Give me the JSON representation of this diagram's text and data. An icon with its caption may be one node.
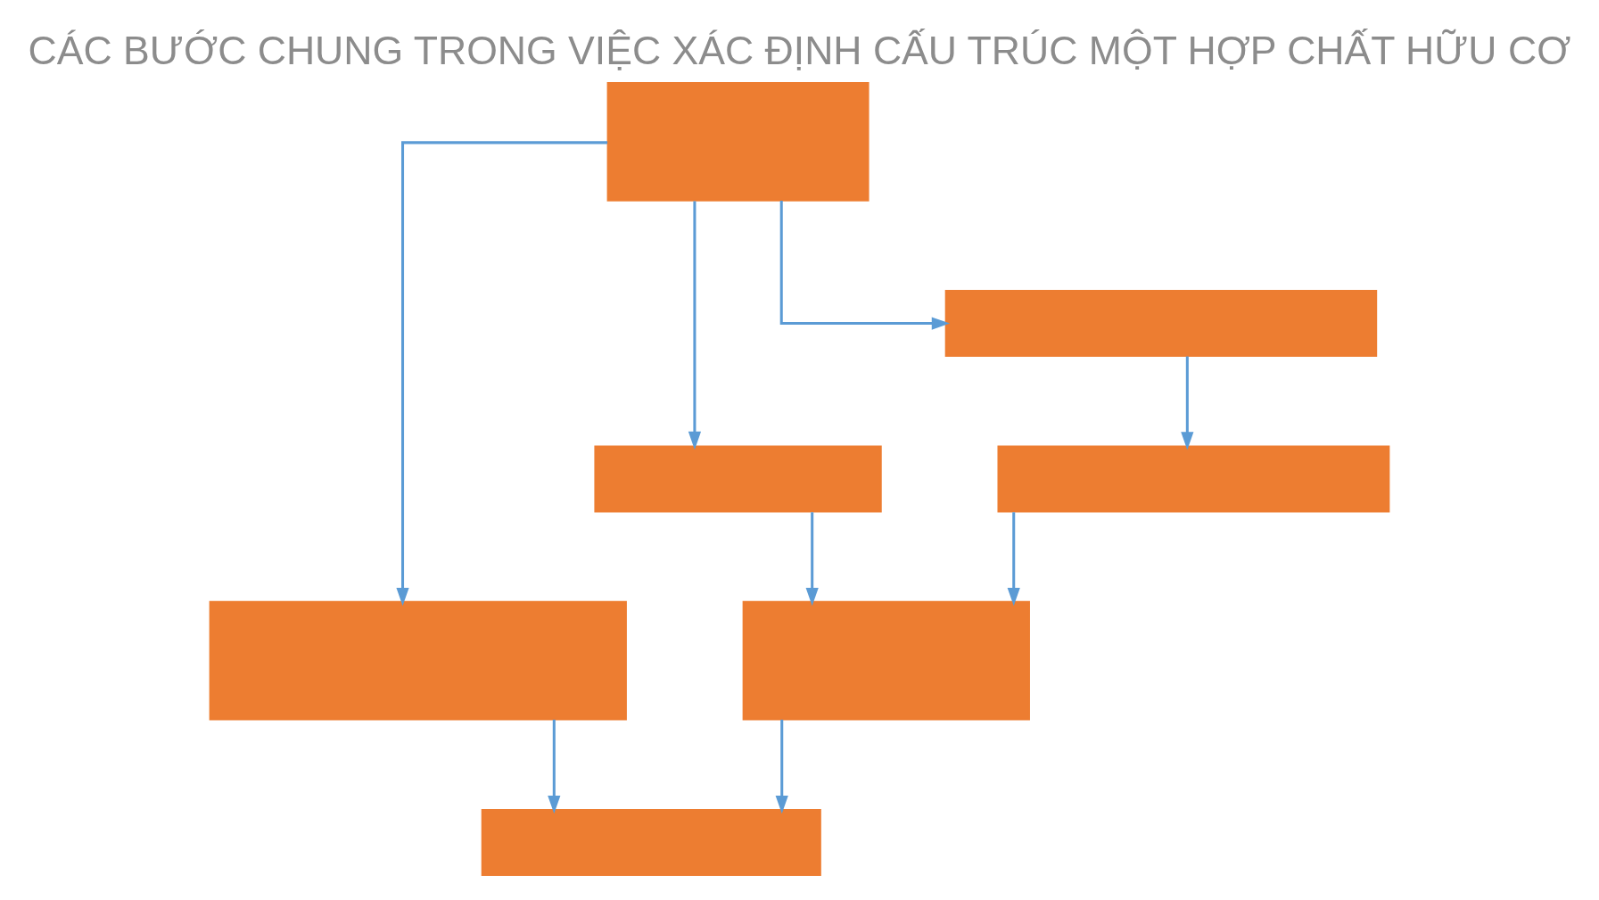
{
  "diagram": {
    "title": "CÁC BƯỚC CHUNG TRONG VIỆC XÁC ĐỊNH CẤU TRÚC MỘT HỢP CHẤT HỮU CƠ",
    "nodes": [
      {
        "text": [],
        "shape": "box"
      },
      {
        "text": [],
        "shape": "box"
      },
      {
        "text": [],
        "shape": "box"
      },
      {
        "text": [],
        "shape": "box"
      },
      {
        "text": [],
        "shape": "box"
      },
      {
        "text": [],
        "shape": "box"
      },
      {
        "text": [],
        "shape": "box"
      }
    ],
    "edges": [
      {
        "from": 0,
        "to": 4,
        "arrow": "to"
      },
      {
        "from": 0,
        "to": 2,
        "arrow": "to"
      },
      {
        "from": 0,
        "to": 1,
        "arrow": "to"
      },
      {
        "from": 1,
        "to": 3,
        "arrow": "to"
      },
      {
        "from": 2,
        "to": 5,
        "arrow": "to"
      },
      {
        "from": 3,
        "to": 5,
        "arrow": "to"
      },
      {
        "from": 4,
        "to": 6,
        "arrow": "to"
      },
      {
        "from": 5,
        "to": 6,
        "arrow": "to"
      }
    ]
  }
}
